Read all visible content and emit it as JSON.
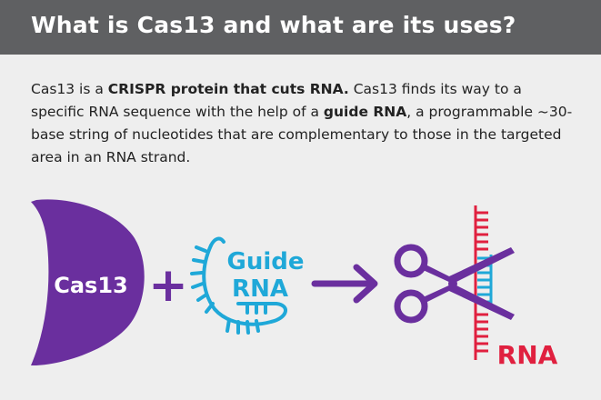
{
  "header": {
    "title": "What is Cas13 and what are its uses?"
  },
  "intro": {
    "s1_pre": "Cas13 is a ",
    "s1_bold": "CRISPR protein that cuts RNA.",
    "s2_pre": " Cas13 finds its way to a specific RNA sequence with the help of a ",
    "s2_bold": "guide RNA",
    "s2_post": ", a programmable ~30-base string of nucleotides that are complementary to those in the targeted area in an RNA strand."
  },
  "diagram": {
    "protein_label": "Cas13",
    "plus_symbol": "+",
    "guide_label_line1": "Guide",
    "guide_label_line2": "RNA",
    "rna_label": "RNA",
    "colors": {
      "purple": "#6a2f9e",
      "cyan": "#1fa8d8",
      "red": "#e0203f",
      "header_bg": "#5f6062",
      "page_bg": "#eeeeee"
    }
  }
}
